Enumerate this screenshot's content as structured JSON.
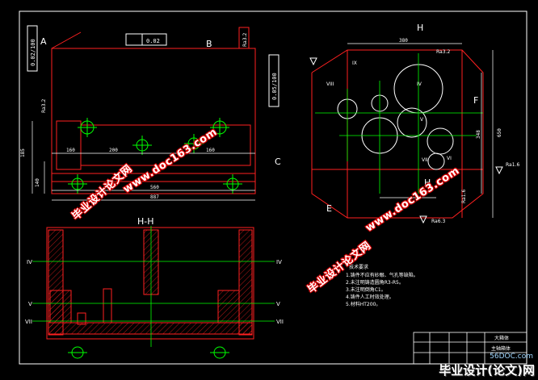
{
  "drawing": {
    "section_title": "H-H",
    "section_marker": "H",
    "datum_labels": [
      "A",
      "B",
      "C",
      "E",
      "F"
    ],
    "flatness_value": "0.02",
    "parallel_left": "0.02/100",
    "parallel_right": "0.05/100",
    "roughness": [
      "Ra3.2",
      "Ra3.2",
      "Ra3.2",
      "Ra1.6",
      "Ra1.6",
      "Ra6.3"
    ],
    "roman_labels": [
      "IV",
      "V",
      "VI",
      "VII",
      "VIII",
      "IX"
    ],
    "roman_left": [
      "IV",
      "V",
      "VII"
    ],
    "dims_front": [
      "160",
      "200",
      "160",
      "560",
      "887",
      "185",
      "140"
    ],
    "dims_side": [
      "380",
      "650",
      "348"
    ],
    "notes_title": "技术要求",
    "notes": [
      "1.铸件不应有砂眼、气孔等缺陷。",
      "2.未注明铸造圆角R3-R5。",
      "3.未注明倒角C1。",
      "4.铸件人工时效处理。",
      "5.材料HT200。"
    ],
    "titleblock_label_1": "大箱体",
    "titleblock_label_2": "主轴箱体"
  },
  "watermarks": {
    "site": "www.doc163.com",
    "brand": "毕业设计论文网"
  },
  "footer": {
    "url": "56DOC.com",
    "brand": "毕业设计(论文)网"
  }
}
